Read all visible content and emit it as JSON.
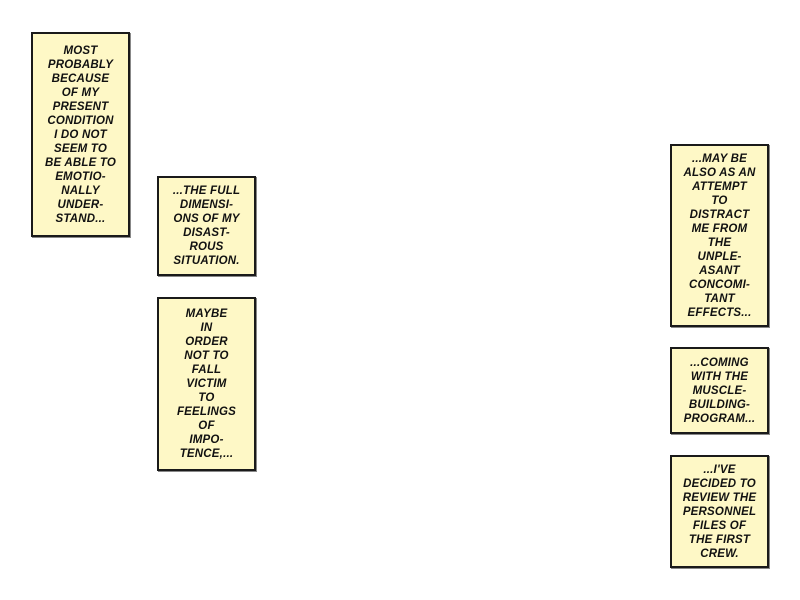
{
  "captions": [
    {
      "text": "MOST\nPROBABLY\nBECAUSE\nOF MY\nPRESENT\nCONDITION\nI DO NOT\nSEEM TO\nBE ABLE TO\nEMOTIO-\nNALLY\nUNDER-\nSTAND..."
    },
    {
      "text": "...THE FULL\nDIMENSI-\nONS OF MY\nDISAST-\nROUS\nSITUATION."
    },
    {
      "text": "MAYBE\nIN\nORDER\nNOT TO\nFALL\nVICTIM\nTO\nFEELINGS\nOF\nIMPO-\nTENCE,..."
    },
    {
      "text": "...MAY BE\nALSO AS AN\nATTEMPT\nTO\nDISTRACT\nME FROM\nTHE\nUNPLE-\nASANT\nCONCOMI-\nTANT\nEFFECTS..."
    },
    {
      "text": "...COMING\nWITH THE\nMUSCLE-\nBUILDING-\nPROGRAM..."
    },
    {
      "text": "...I'VE\nDECIDED TO\nREVIEW THE\nPERSONNEL\nFILES OF\nTHE FIRST\nCREW."
    }
  ]
}
